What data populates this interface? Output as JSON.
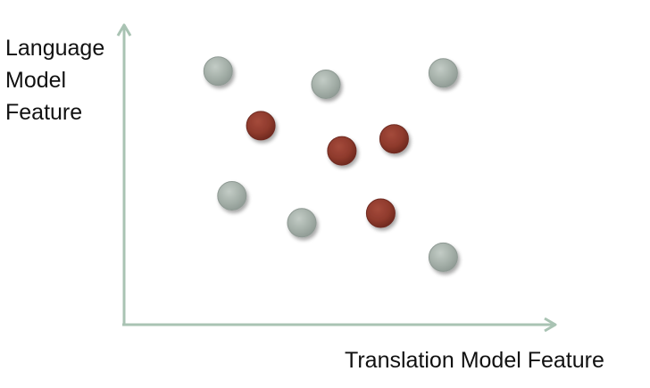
{
  "labels": {
    "y_axis": [
      "Language",
      "Model",
      "Feature"
    ],
    "x_axis": "Translation Model Feature"
  },
  "colors": {
    "axis": "#a9c3b3",
    "gray_fill": "#a4afa8",
    "gray_edge": "#8e9993",
    "red_fill": "#8e3a2c",
    "red_edge": "#6e2a20",
    "text": "#111111"
  },
  "points": [
    {
      "class": "gray",
      "x": 0.218,
      "y": 0.846
    },
    {
      "class": "gray",
      "x": 0.468,
      "y": 0.802
    },
    {
      "class": "gray",
      "x": 0.74,
      "y": 0.84
    },
    {
      "class": "red",
      "x": 0.317,
      "y": 0.664
    },
    {
      "class": "red",
      "x": 0.505,
      "y": 0.58
    },
    {
      "class": "red",
      "x": 0.626,
      "y": 0.62
    },
    {
      "class": "gray",
      "x": 0.25,
      "y": 0.43
    },
    {
      "class": "gray",
      "x": 0.412,
      "y": 0.34
    },
    {
      "class": "red",
      "x": 0.595,
      "y": 0.372
    },
    {
      "class": "gray",
      "x": 0.74,
      "y": 0.225
    }
  ]
}
